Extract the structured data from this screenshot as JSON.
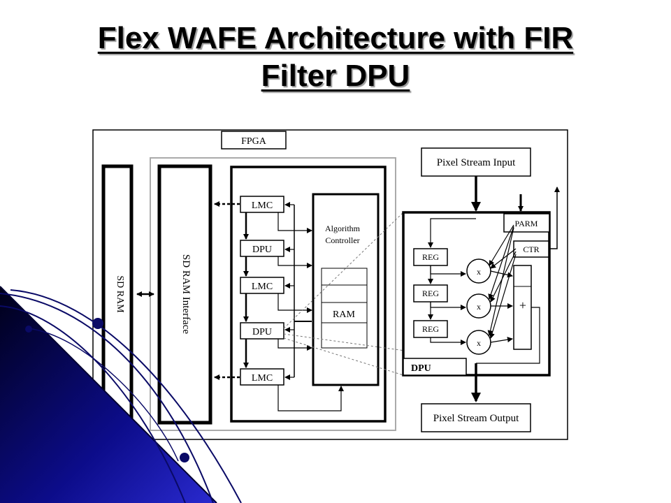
{
  "title": {
    "line1": "Flex WAFE Architecture with FIR",
    "line2": "Filter DPU"
  },
  "diagram": {
    "fpga_label": "FPGA",
    "sdram_label": "SD RAM",
    "sdram_interface_label": "SD RAM Interface",
    "chain_blocks": [
      "LMC",
      "DPU",
      "LMC",
      "DPU",
      "LMC"
    ],
    "algorithm_controller": [
      "Algorithm",
      "Controller"
    ],
    "ram_label": "RAM",
    "pixel_in_label": "Pixel Stream Input",
    "pixel_out_label": "Pixel Stream Output",
    "parm_label": "PARM",
    "ctr_label": "CTR",
    "reg_labels": [
      "REG",
      "REG",
      "REG"
    ],
    "multiplier_symbols": [
      "x",
      "x",
      "x"
    ],
    "adder_symbol": "+",
    "dpu_detail_label": "DPU"
  },
  "colors": {
    "background": "#ffffff",
    "line": "#000000",
    "decor_dark": "#00003c",
    "decor_blue": "#1a1aa8",
    "decor_dot": "#0a0a66"
  }
}
